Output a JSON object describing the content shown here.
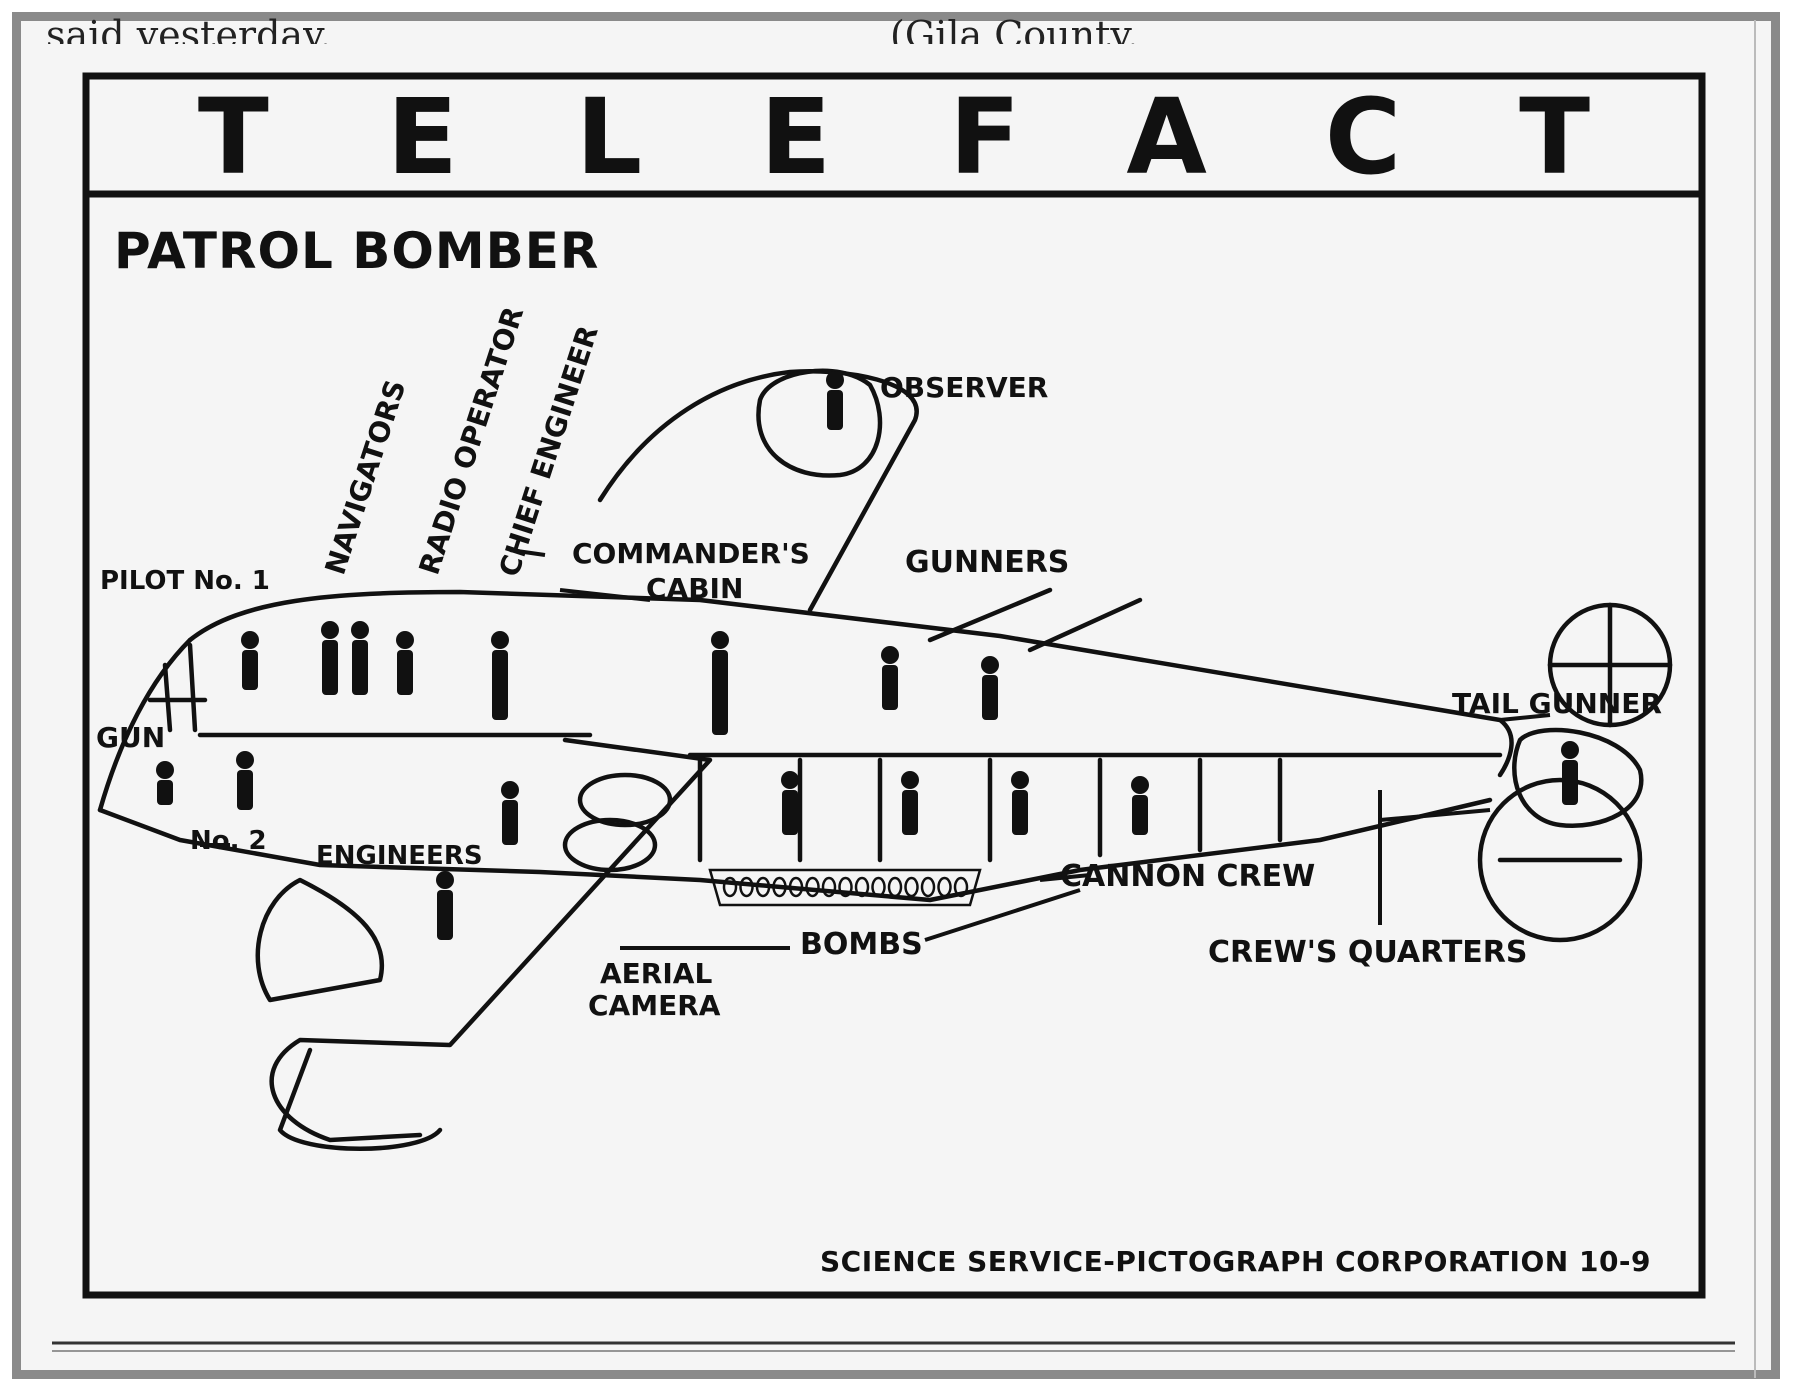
{
  "clipping": {
    "top_snippet_left": "said yesterday.",
    "top_snippet_right": "(Gila County."
  },
  "panel": {
    "heading": "TELEFACT",
    "title": "PATROL BOMBER",
    "credit": "SCIENCE SERVICE-PICTOGRAPH CORPORATION 10-9"
  },
  "labels": {
    "pilot_no1": "PILOT No. 1",
    "navigators": "NAVIGATORS",
    "radio_operator": "RADIO OPERATOR",
    "chief_engineer": "CHIEF ENGINEER",
    "commanders_cabin_line1": "COMMANDER'S",
    "commanders_cabin_line2": "CABIN",
    "observer": "OBSERVER",
    "gunners": "GUNNERS",
    "tail_gunner": "TAIL GUNNER",
    "gun": "GUN",
    "no2": "No. 2",
    "engineers": "ENGINEERS",
    "cannon_crew": "CANNON CREW",
    "bombs": "BOMBS",
    "crews_quarters": "CREW'S QUARTERS",
    "aerial_camera_line1": "AERIAL",
    "aerial_camera_line2": "CAMERA"
  },
  "colors": {
    "ink": "#111111",
    "paper": "#f5f5f5",
    "border": "#8a8a8a"
  }
}
